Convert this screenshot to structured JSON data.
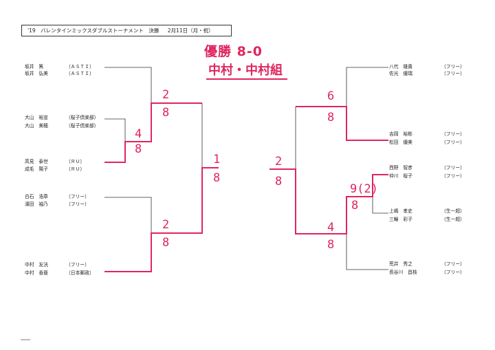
{
  "header": {
    "event": "'19　バレンタインミックスダブルストーナメント　決勝",
    "date": "2月11日（月・祝）"
  },
  "result": {
    "line1": "優勝 8-0",
    "line2": "中村・中村組"
  },
  "left_players": [
    {
      "name": "坂井　篤",
      "club": "（ＡＳＴＩ）"
    },
    {
      "name": "坂井　弘美",
      "club": "（ＡＳＴＩ）"
    },
    {
      "name": "大山　裕宣",
      "club": "（桜子倶楽部）"
    },
    {
      "name": "大山　美穂",
      "club": "（桜子倶楽部）"
    },
    {
      "name": "高見　泰世",
      "club": "（ＲＵ）"
    },
    {
      "name": "成毛　陽子",
      "club": "（ＲＵ）"
    },
    {
      "name": "白石　浩章",
      "club": "（フリー）"
    },
    {
      "name": "濱田　袖乃",
      "club": "（フリー）"
    },
    {
      "name": "中村　友洸",
      "club": "（フリー）"
    },
    {
      "name": "中村　香亜",
      "club": "（日本郵政）"
    }
  ],
  "right_players": [
    {
      "name": "八代　雄貴",
      "club": "（フリー）"
    },
    {
      "name": "佐光　優瑞",
      "club": "（フリー）"
    },
    {
      "name": "吉岡　裕彬",
      "club": "（フリー）"
    },
    {
      "name": "松田　優美",
      "club": "（フリー）"
    },
    {
      "name": "西野　智彦",
      "club": "（フリー）"
    },
    {
      "name": "仲川　桜子",
      "club": "（フリー）"
    },
    {
      "name": "上嶋　孝史",
      "club": "（生一超）"
    },
    {
      "name": "三輪　彩子",
      "club": "（生一超）"
    },
    {
      "name": "荒井　秀之",
      "club": "（フリー）"
    },
    {
      "name": "長谷川　昌枝",
      "club": "（フリー）"
    }
  ],
  "scores": {
    "l_r1_top": "4",
    "l_r1_bot": "8",
    "l_qf1_top": "2",
    "l_qf1_bot": "8",
    "l_qf2_top": "2",
    "l_qf2_bot": "8",
    "l_sf_top": "1",
    "l_sf_bot": "8",
    "r_qf1_top": "6",
    "r_qf1_bot": "8",
    "r_r1_top": "9(2)",
    "r_r1_bot": "8",
    "r_qf2_top": "4",
    "r_qf2_bot": "8",
    "r_sf_top": "2",
    "r_sf_bot": "8"
  },
  "colors": {
    "win": "#e0245e",
    "line": "#333333"
  }
}
